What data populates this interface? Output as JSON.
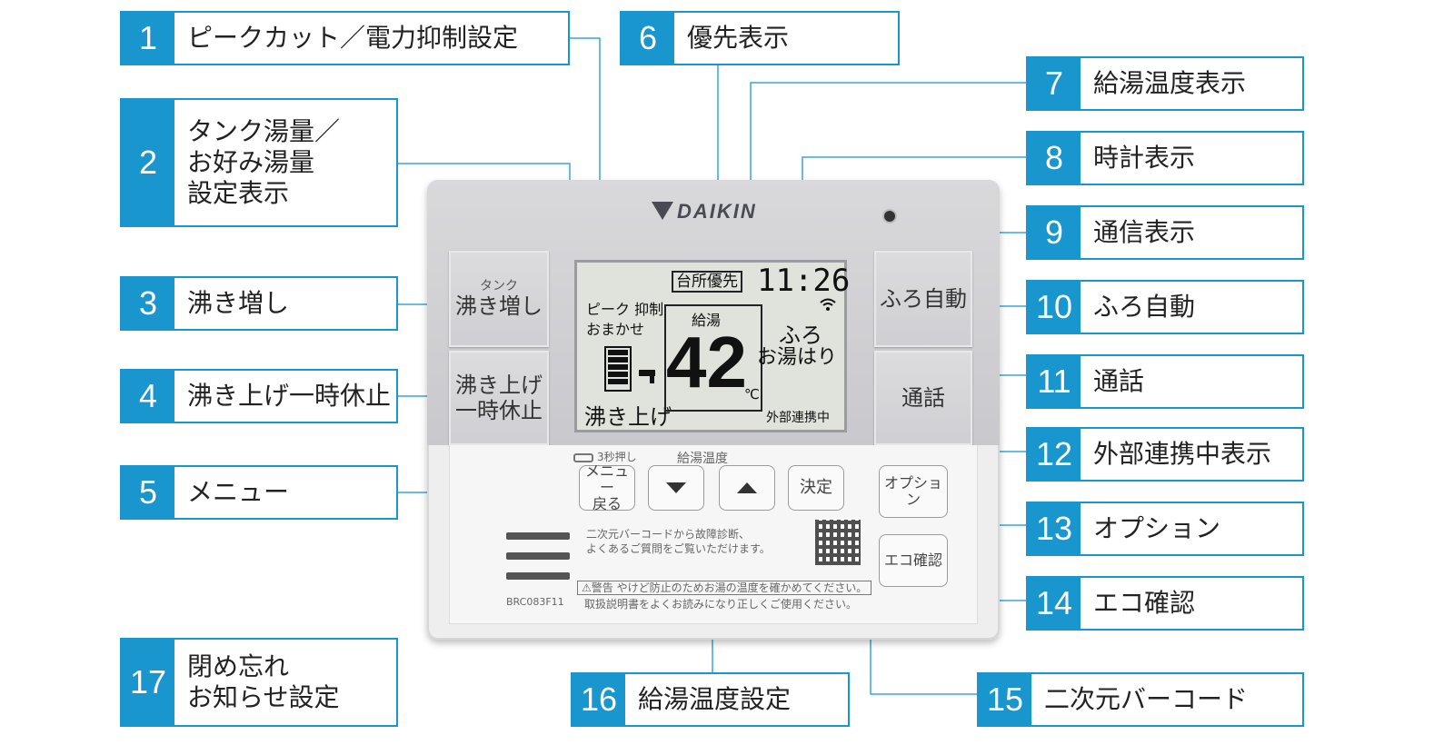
{
  "callouts": [
    {
      "n": "1",
      "label": "ピークカット／電力抑制設定"
    },
    {
      "n": "2",
      "label": "タンク湯量／\nお好み湯量\n設定表示"
    },
    {
      "n": "3",
      "label": "沸き増し"
    },
    {
      "n": "4",
      "label": "沸き上げ一時休止"
    },
    {
      "n": "5",
      "label": "メニュー"
    },
    {
      "n": "6",
      "label": "優先表示"
    },
    {
      "n": "7",
      "label": "給湯温度表示"
    },
    {
      "n": "8",
      "label": "時計表示"
    },
    {
      "n": "9",
      "label": "通信表示"
    },
    {
      "n": "10",
      "label": "ふろ自動"
    },
    {
      "n": "11",
      "label": "通話"
    },
    {
      "n": "12",
      "label": "外部連携中表示"
    },
    {
      "n": "13",
      "label": "オプション"
    },
    {
      "n": "14",
      "label": "エコ確認"
    },
    {
      "n": "15",
      "label": "二次元バーコード"
    },
    {
      "n": "16",
      "label": "給湯温度設定"
    },
    {
      "n": "17",
      "label": "閉め忘れ\nお知らせ設定"
    }
  ],
  "device": {
    "brand": "DAIKIN",
    "model": "BRC083F11",
    "buttons": {
      "tank_small": "タンク",
      "reheat": "沸き増し",
      "pause": "沸き上げ\n一時休止",
      "bath_auto": "ふろ自動",
      "call": "通話",
      "menu": "メニュー\n戻る",
      "decide": "決定",
      "option": "オプション",
      "eco": "エコ確認"
    },
    "lcd": {
      "priority": "台所優先",
      "clock": "11:26",
      "peak": "ピーク 抑制",
      "omakase": "おまかせ",
      "supply": "給湯",
      "temperature": "42",
      "unit": "℃",
      "bath": "ふろ",
      "filling": "お湯はり",
      "boiling": "沸き上げ",
      "external": "外部連携中"
    },
    "temp_group_label": "給湯温度",
    "hold_hint": "3秒押し",
    "qr_text": "二次元バーコードから故障診断、\nよくあるご質問をご覧いただけます。",
    "warning_label": "警告",
    "warning_text": "やけど防止のためお湯の温度を確かめてください。",
    "manual_text": "取扱説明書をよくお読みになり正しくご使用ください。"
  },
  "colors": {
    "accent": "#1a96cf",
    "lcd": "#dfe3dc",
    "panel": "#c9c9cd"
  }
}
